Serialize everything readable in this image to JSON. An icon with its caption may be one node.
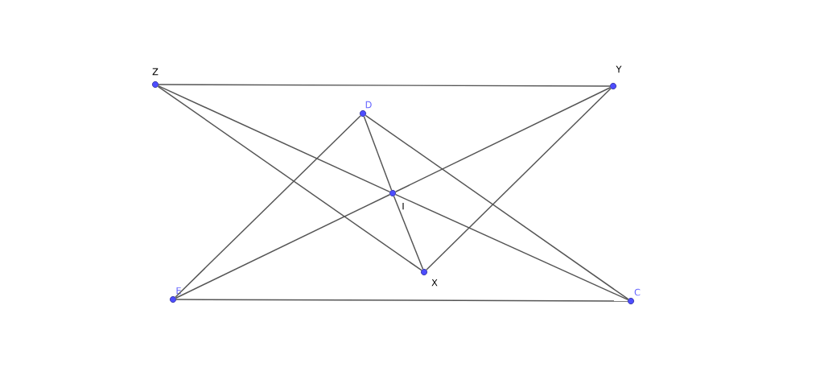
{
  "diagram": {
    "nodes": [
      {
        "text": [],
        "shape": "circle",
        "beside": [
          "Z"
        ]
      },
      {
        "text": [],
        "shape": "circle",
        "beside": [
          "Y"
        ]
      },
      {
        "text": [],
        "shape": "circle",
        "beside": [
          "D"
        ]
      },
      {
        "text": [],
        "shape": "circle",
        "beside": [
          "I"
        ]
      },
      {
        "text": [],
        "shape": "circle",
        "beside": [
          "X"
        ]
      },
      {
        "text": [],
        "shape": "circle",
        "beside": [
          "E"
        ]
      },
      {
        "text": [],
        "shape": "circle",
        "beside": [
          "C"
        ]
      }
    ],
    "edges": [
      {
        "from": 0,
        "to": 1,
        "arrow": "none"
      },
      {
        "from": 0,
        "to": 3,
        "arrow": "none"
      },
      {
        "from": 3,
        "to": 6,
        "arrow": "none"
      },
      {
        "from": 0,
        "to": 4,
        "arrow": "none"
      },
      {
        "from": 2,
        "to": 5,
        "arrow": "none"
      },
      {
        "from": 2,
        "to": 3,
        "arrow": "none"
      },
      {
        "from": 3,
        "to": 4,
        "arrow": "none"
      },
      {
        "from": 2,
        "to": 6,
        "arrow": "none"
      },
      {
        "from": 1,
        "to": 3,
        "arrow": "none"
      },
      {
        "from": 3,
        "to": 5,
        "arrow": "none"
      },
      {
        "from": 1,
        "to": 4,
        "arrow": "none"
      },
      {
        "from": 5,
        "to": 6,
        "arrow": "none"
      }
    ]
  }
}
